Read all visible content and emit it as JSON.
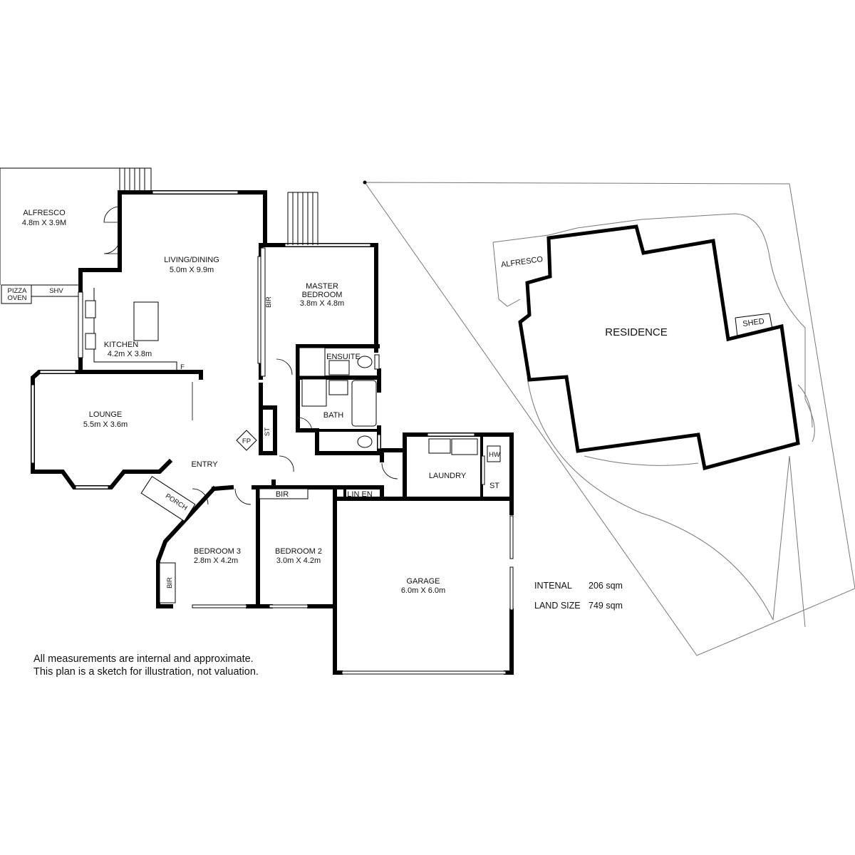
{
  "rooms": {
    "alfresco": {
      "name": "ALFRESCO",
      "dims": "4.8m X 3.9M"
    },
    "living": {
      "name": "LIVING/DINING",
      "dims": "5.0m X 9.9m"
    },
    "kitchen": {
      "name": "KITCHEN",
      "dims": "4.2m X 3.8m"
    },
    "master": {
      "name": "MASTER",
      "name2": "BEDROOM",
      "dims": "3.8m X 4.8m"
    },
    "lounge": {
      "name": "LOUNGE",
      "dims": "5.5m X 3.6m"
    },
    "bedroom3": {
      "name": "BEDROOM 3",
      "dims": "2.8m X 4.2m"
    },
    "bedroom2": {
      "name": "BEDROOM 2",
      "dims": "3.0m X 4.2m"
    },
    "garage": {
      "name": "GARAGE",
      "dims": "6.0m X 6.0m"
    }
  },
  "labels": {
    "pizza_oven_1": "PIZZA",
    "pizza_oven_2": "OVEN",
    "shv": "SHV",
    "bir_master": "BIR",
    "ensuite": "ENSUITE",
    "bath": "BATH",
    "fridge": "F",
    "st_hall": "ST",
    "fp": "FP",
    "entry": "ENTRY",
    "porch": "PORCH",
    "bir_bed2": "BIR",
    "lin_en": "LIN EN",
    "laundry": "LAUNDRY",
    "hw": "HW",
    "st_laundry": "ST",
    "bir_bed3": "BIR"
  },
  "site": {
    "residence": "RESIDENCE",
    "alfresco": "ALFRESCO",
    "shed": "SHED"
  },
  "stats": {
    "internal_label": "INTENAL",
    "internal_value": "206 sqm",
    "land_label": "LAND SIZE",
    "land_value": "749 sqm"
  },
  "disclaimer": {
    "line1": "All measurements are internal and approximate.",
    "line2": "This plan is a sketch for illustration, not valuation."
  }
}
